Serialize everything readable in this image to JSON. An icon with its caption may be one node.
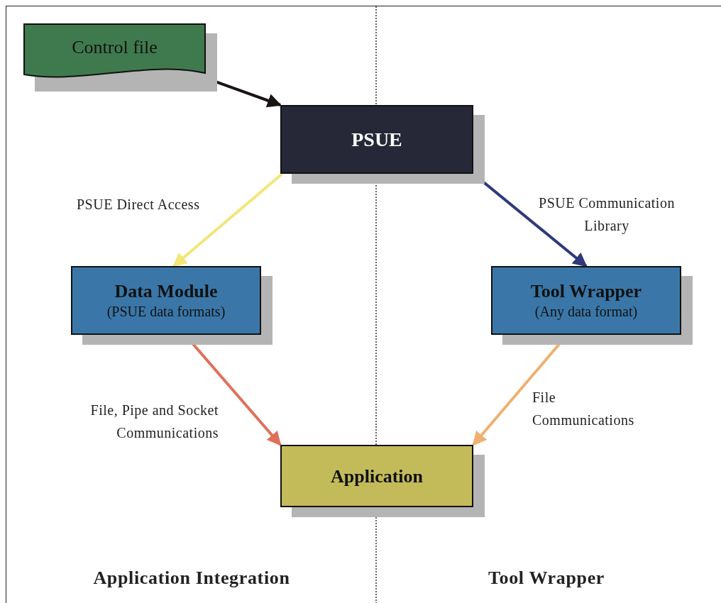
{
  "diagram": {
    "nodes": [
      {
        "text": [
          "Control file"
        ]
      },
      {
        "text": [
          "PSUE"
        ]
      },
      {
        "text": [
          "Data Module",
          "(PSUE data formats)"
        ]
      },
      {
        "text": [
          "Tool Wrapper",
          "(Any data format)"
        ]
      },
      {
        "text": [
          "Application"
        ]
      }
    ],
    "edges": [
      {
        "from": 0,
        "to": 1,
        "arrow": "to",
        "color": "#1a1414"
      },
      {
        "from": 1,
        "to": 2,
        "arrow": "to",
        "label": "PSUE Direct Access",
        "color": "#f2e67a"
      },
      {
        "from": 1,
        "to": 3,
        "arrow": "to",
        "label": "PSUE Communication Library",
        "color": "#2e3a7a"
      },
      {
        "from": 2,
        "to": 4,
        "arrow": "to",
        "label": "File, Pipe and Socket Communications",
        "color": "#e0705a"
      },
      {
        "from": 3,
        "to": 4,
        "arrow": "to",
        "label": "File Communications",
        "color": "#f0b070"
      }
    ],
    "labels": [
      "Application Integration",
      "Tool Wrapper"
    ]
  }
}
